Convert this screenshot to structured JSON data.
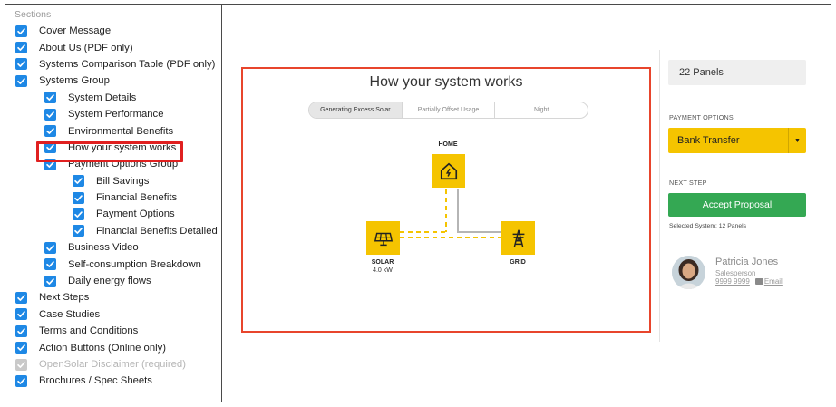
{
  "sections": {
    "header": "Sections",
    "items": [
      {
        "label": "Cover Message",
        "level": 0,
        "checked": true,
        "disabled": false
      },
      {
        "label": "About Us (PDF only)",
        "level": 0,
        "checked": true,
        "disabled": false
      },
      {
        "label": "Systems Comparison Table (PDF only)",
        "level": 0,
        "checked": true,
        "disabled": false
      },
      {
        "label": "Systems Group",
        "level": 0,
        "checked": true,
        "disabled": false
      },
      {
        "label": "System Details",
        "level": 1,
        "checked": true,
        "disabled": false
      },
      {
        "label": "System Performance",
        "level": 1,
        "checked": true,
        "disabled": false
      },
      {
        "label": "Environmental Benefits",
        "level": 1,
        "checked": true,
        "disabled": false
      },
      {
        "label": "How your system works",
        "level": 1,
        "checked": true,
        "disabled": false,
        "highlighted": true
      },
      {
        "label": "Payment Options Group",
        "level": 1,
        "checked": true,
        "disabled": false
      },
      {
        "label": "Bill Savings",
        "level": 2,
        "checked": true,
        "disabled": false
      },
      {
        "label": "Financial Benefits",
        "level": 2,
        "checked": true,
        "disabled": false
      },
      {
        "label": "Payment Options",
        "level": 2,
        "checked": true,
        "disabled": false
      },
      {
        "label": "Financial Benefits Detailed",
        "level": 2,
        "checked": true,
        "disabled": false
      },
      {
        "label": "Business Video",
        "level": 1,
        "checked": true,
        "disabled": false
      },
      {
        "label": "Self-consumption Breakdown",
        "level": 1,
        "checked": true,
        "disabled": false
      },
      {
        "label": "Daily energy flows",
        "level": 1,
        "checked": true,
        "disabled": false
      },
      {
        "label": "Next Steps",
        "level": 0,
        "checked": true,
        "disabled": false
      },
      {
        "label": "Case Studies",
        "level": 0,
        "checked": true,
        "disabled": false
      },
      {
        "label": "Terms and Conditions",
        "level": 0,
        "checked": true,
        "disabled": false
      },
      {
        "label": "Action Buttons (Online only)",
        "level": 0,
        "checked": true,
        "disabled": false
      },
      {
        "label": "OpenSolar Disclaimer (required)",
        "level": 0,
        "checked": true,
        "disabled": true
      },
      {
        "label": "Brochures / Spec Sheets",
        "level": 0,
        "checked": true,
        "disabled": false
      }
    ]
  },
  "preview": {
    "title": "How your system works",
    "tabs": [
      {
        "label": "Generating Excess Solar",
        "active": true
      },
      {
        "label": "Partially Offset Usage",
        "active": false
      },
      {
        "label": "Night",
        "active": false
      }
    ],
    "nodes": {
      "home": {
        "label": "HOME",
        "icon": "house-icon"
      },
      "solar": {
        "label": "SOLAR",
        "sub": "4.0 kW",
        "icon": "solar-panel-icon"
      },
      "grid": {
        "label": "GRID",
        "icon": "power-tower-icon"
      }
    }
  },
  "sidebar_right": {
    "panels_value": "22 Panels",
    "payment_options_label": "PAYMENT OPTIONS",
    "payment_selected": "Bank Transfer",
    "next_step_label": "NEXT STEP",
    "accept_label": "Accept Proposal",
    "selected_system": "Selected System: 12 Panels",
    "person": {
      "name": "Patricia Jones",
      "role": "Salesperson",
      "phone": "9999 9999",
      "email_label": "Email"
    }
  },
  "colors": {
    "accent_yellow": "#f5c400",
    "checkbox_blue": "#1e88e5",
    "accept_green": "#34a853",
    "highlight_red": "#e02020",
    "preview_border": "#e8452c"
  }
}
